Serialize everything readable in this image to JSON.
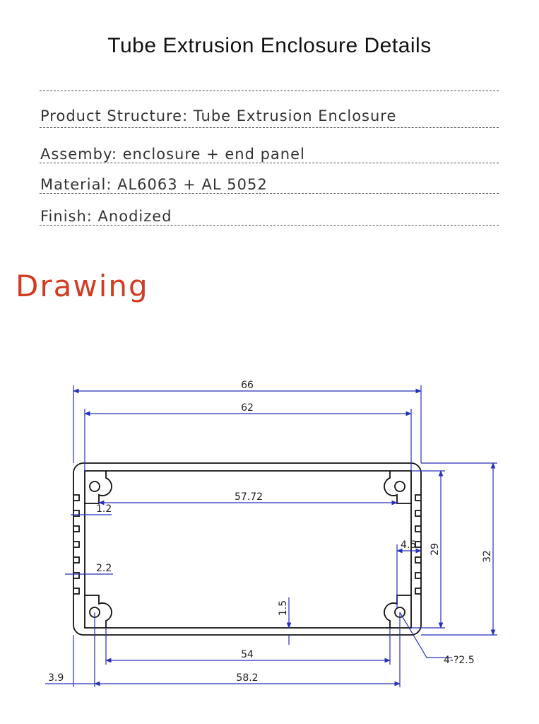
{
  "title": "Tube Extrusion Enclosure Details",
  "specs": [
    {
      "label": "Product Structure",
      "sep": ": ",
      "value": "Tube Extrusion Enclosure"
    },
    {
      "label": "Assemby",
      "sep": ":  ",
      "value": "enclosure + end panel"
    },
    {
      "label": "Material",
      "sep": ": ",
      "value": "AL6063 + AL 5052"
    },
    {
      "label": "Finish",
      "sep": ": ",
      "value": "Anodized"
    }
  ],
  "drawing": {
    "heading": "Drawing",
    "dimensions": {
      "overall_width": "66",
      "inner_width": "62",
      "slot_span": "57.72",
      "rib_thickness": "1.2",
      "fin_depth": "2.2",
      "wall_thickness": "1.5",
      "fin_offset": "4.5",
      "inner_height": "29",
      "overall_height": "32",
      "bottom_span": "54",
      "hole_span": "58.2",
      "edge_offset": "3.9",
      "hole_callout": "4-?2.5"
    },
    "colors": {
      "dimension_lines": "#2730b8",
      "outline": "#111111",
      "heading": "#d23b1f"
    }
  }
}
